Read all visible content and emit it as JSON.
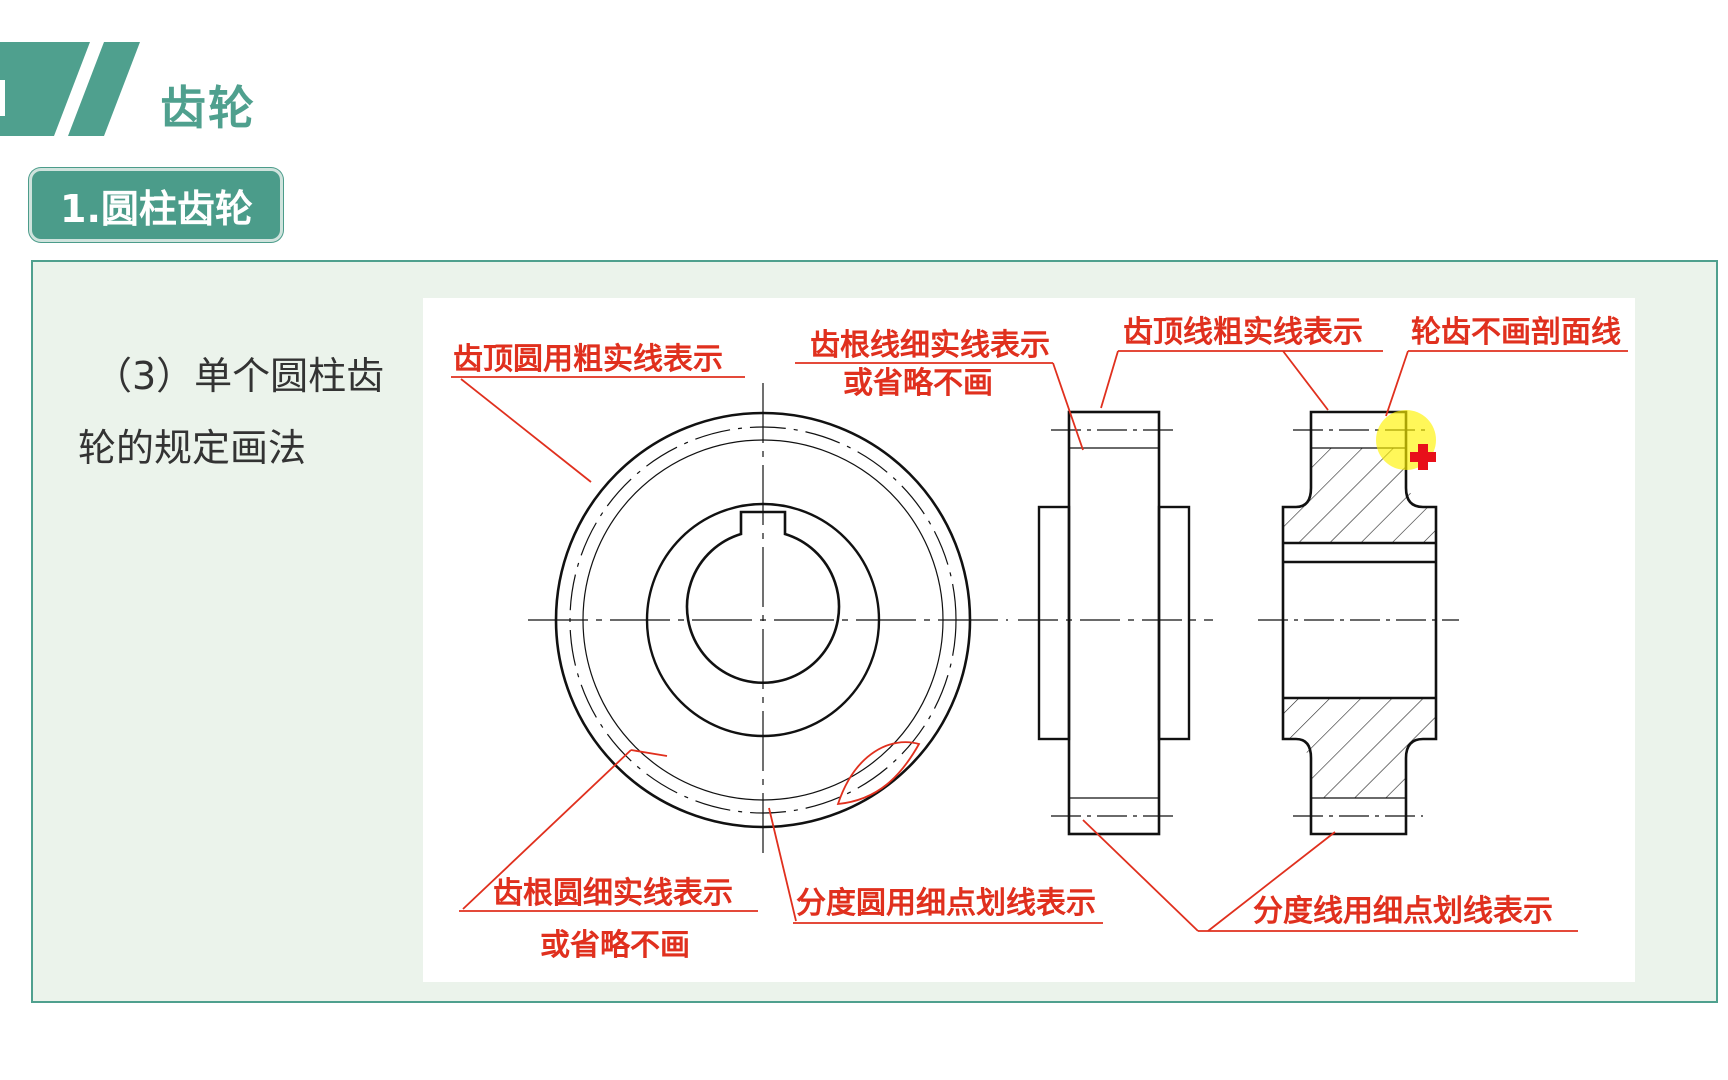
{
  "header": {
    "title": "齿轮",
    "section_tag": "1.圆柱齿轮"
  },
  "caption": {
    "line1": "（3）单个圆柱齿",
    "line2": "轮的规定画法"
  },
  "diagram": {
    "labels": {
      "addendum_circle": "齿顶圆用粗实线表示",
      "root_line_l1": "齿根线细实线表示",
      "root_line_l2": "或省略不画",
      "addendum_line": "齿顶线粗实线表示",
      "no_hatch": "轮齿不画剖面线",
      "root_circle_l1": "齿根圆细实线表示",
      "root_circle_l2": "或省略不画",
      "pitch_circle": "分度圆用细点划线表示",
      "pitch_line": "分度线用细点划线表示"
    }
  },
  "colors": {
    "accent": "#4fa08e",
    "panel_bg": "#ebf3eb",
    "label_red": "#e0301e",
    "highlight_yellow": "#fff200",
    "cursor_red": "#e8101a"
  }
}
